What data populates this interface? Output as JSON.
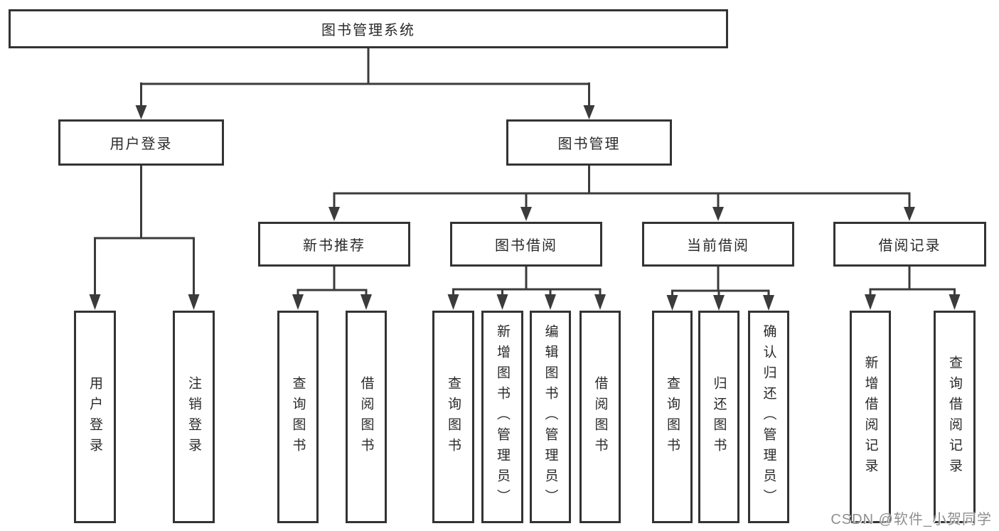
{
  "diagram": {
    "root": {
      "label": "图书管理系统"
    },
    "children": [
      {
        "label": "用户登录",
        "children": [
          {
            "label": "用户登录"
          },
          {
            "label": "注销登录"
          }
        ]
      },
      {
        "label": "图书管理",
        "children": [
          {
            "label": "新书推荐",
            "children": [
              {
                "label": "查询图书"
              },
              {
                "label": "借阅图书"
              }
            ]
          },
          {
            "label": "图书借阅",
            "children": [
              {
                "label": "查询图书"
              },
              {
                "label": "新增图书（管理员）"
              },
              {
                "label": "编辑图书（管理员）"
              },
              {
                "label": "借阅图书"
              }
            ]
          },
          {
            "label": "当前借阅",
            "children": [
              {
                "label": "查询图书"
              },
              {
                "label": "归还图书"
              },
              {
                "label": "确认归还（管理员）"
              }
            ]
          },
          {
            "label": "借阅记录",
            "children": [
              {
                "label": "新增借阅记录"
              },
              {
                "label": "查询借阅记录"
              }
            ]
          }
        ]
      }
    ]
  },
  "watermark": {
    "text": "CSDN @软件_小贺同学"
  },
  "colors": {
    "line": "#3b3b3b",
    "border": "#333333",
    "text": "#2a2a2a",
    "watermark": "#8f8f8f",
    "background": "#ffffff"
  }
}
